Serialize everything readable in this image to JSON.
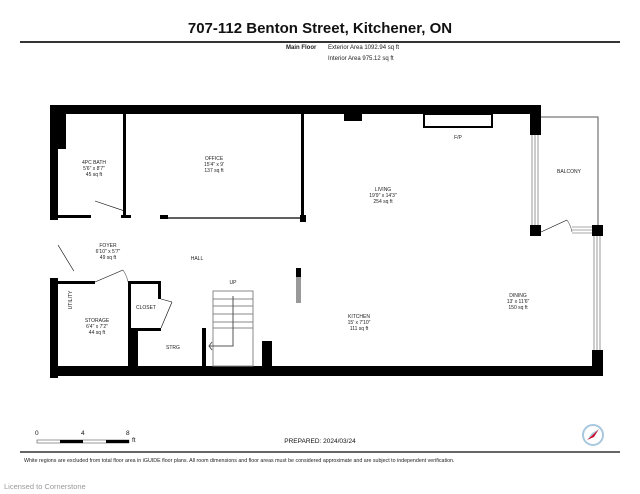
{
  "header": {
    "title": "707-112 Benton Street, Kitchener, ON",
    "floor_label": "Main Floor",
    "exterior_area": "Exterior Area 1092.94 sq ft",
    "interior_area": "Interior Area 975.12 sq ft"
  },
  "rooms": {
    "bath": {
      "name": "4PC BATH",
      "dims": "5'6\" x 8'7\"",
      "area": "45 sq ft"
    },
    "office": {
      "name": "OFFICE",
      "dims": "15'4\" x 9'",
      "area": "137 sq ft"
    },
    "living": {
      "name": "LIVING",
      "dims": "19'9\" x 14'3\"",
      "area": "254 sq ft"
    },
    "fireplace": {
      "name": "F/P"
    },
    "balcony": {
      "name": "BALCONY"
    },
    "foyer": {
      "name": "FOYER",
      "dims": "6'10\" x 5'7\"",
      "area": "49 sq ft"
    },
    "hall": {
      "name": "HALL"
    },
    "utility": {
      "name": "UTILITY"
    },
    "storage": {
      "name": "STORAGE",
      "dims": "6'4\" x 7'2\"",
      "area": "44 sq ft"
    },
    "closet": {
      "name": "CLOSET"
    },
    "strg": {
      "name": "STRG"
    },
    "stairs": {
      "name": "UP"
    },
    "kitchen": {
      "name": "KITCHEN",
      "dims": "15' x 7'10\"",
      "area": "111 sq ft"
    },
    "dining": {
      "name": "DINING",
      "dims": "13' x 11'6\"",
      "area": "150 sq ft"
    }
  },
  "scale": {
    "ticks": [
      "0",
      "4",
      "8"
    ],
    "unit": "ft"
  },
  "footer": {
    "prepared": "PREPARED: 2024/03/24",
    "disclaimer": "White regions are excluded from total floor area in iGUIDE floor plans. All room dimensions and floor areas must be considered approximate and are subject to independent verification.",
    "licensed": "Licensed to Cornerstone"
  },
  "compass": {
    "icon": "compass-icon",
    "needle_color": "#c8102e",
    "ring_color": "#a8c8e0"
  }
}
